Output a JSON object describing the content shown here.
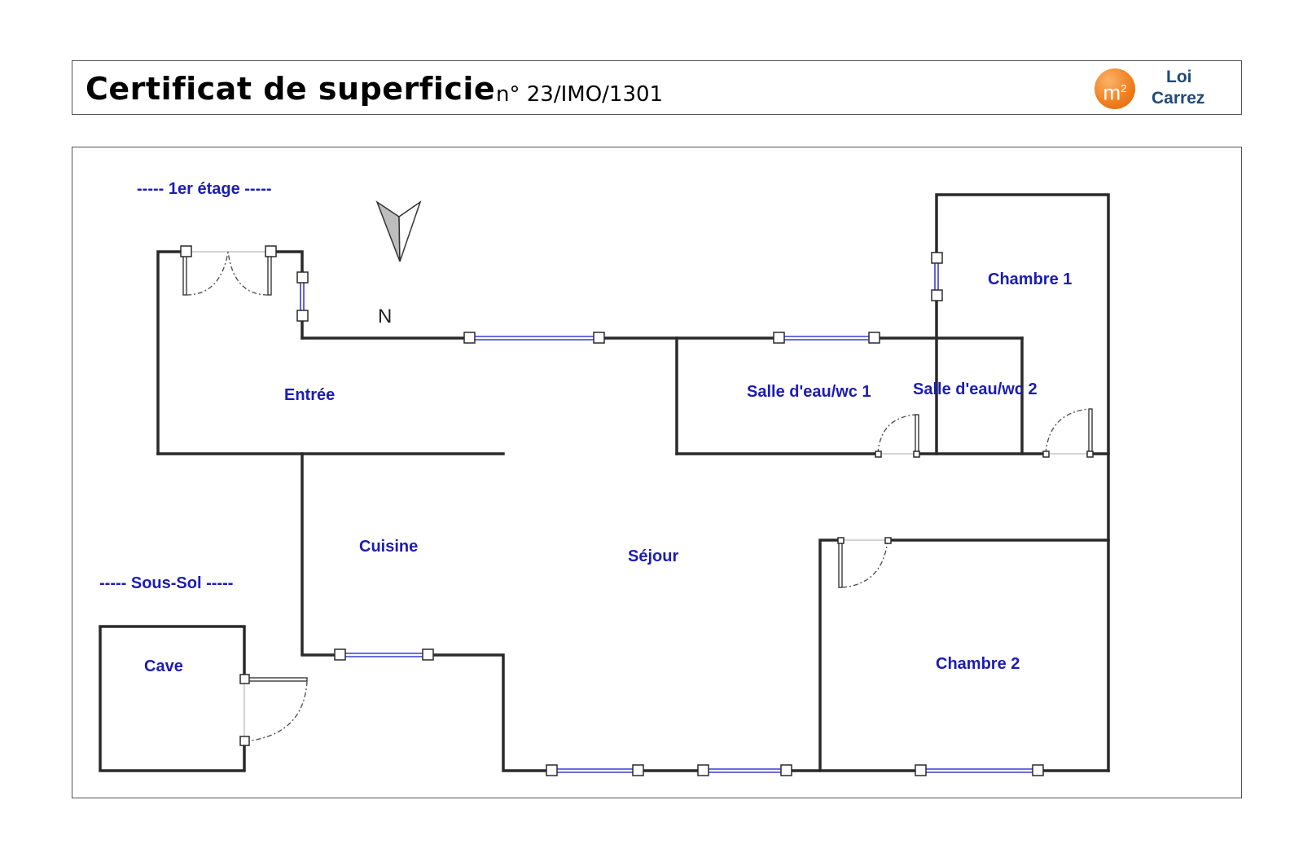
{
  "header": {
    "title": "Certificat de superficie",
    "number": "n° 23/IMO/1301",
    "logo": {
      "symbol": "m",
      "exponent": "2",
      "line1": "Loi",
      "line2": "Carrez",
      "circle_color": "#ee7d1c",
      "text_color": "#1f4a78"
    }
  },
  "plan": {
    "level_labels": {
      "floor": "----- 1er étage -----",
      "basement": "----- Sous-Sol -----"
    },
    "north_label": "N",
    "rooms": {
      "entree": "Entrée",
      "salle_eau_1": "Salle d'eau/wc 1",
      "salle_eau_2": "Salle d'eau/wc 2",
      "chambre_1": "Chambre 1",
      "cuisine": "Cuisine",
      "sejour": "Séjour",
      "chambre_2": "Chambre 2",
      "cave": "Cave"
    },
    "colors": {
      "label": "#1c1cb4",
      "wall": "#2a2a2a",
      "window": "#3c3cd6"
    }
  }
}
